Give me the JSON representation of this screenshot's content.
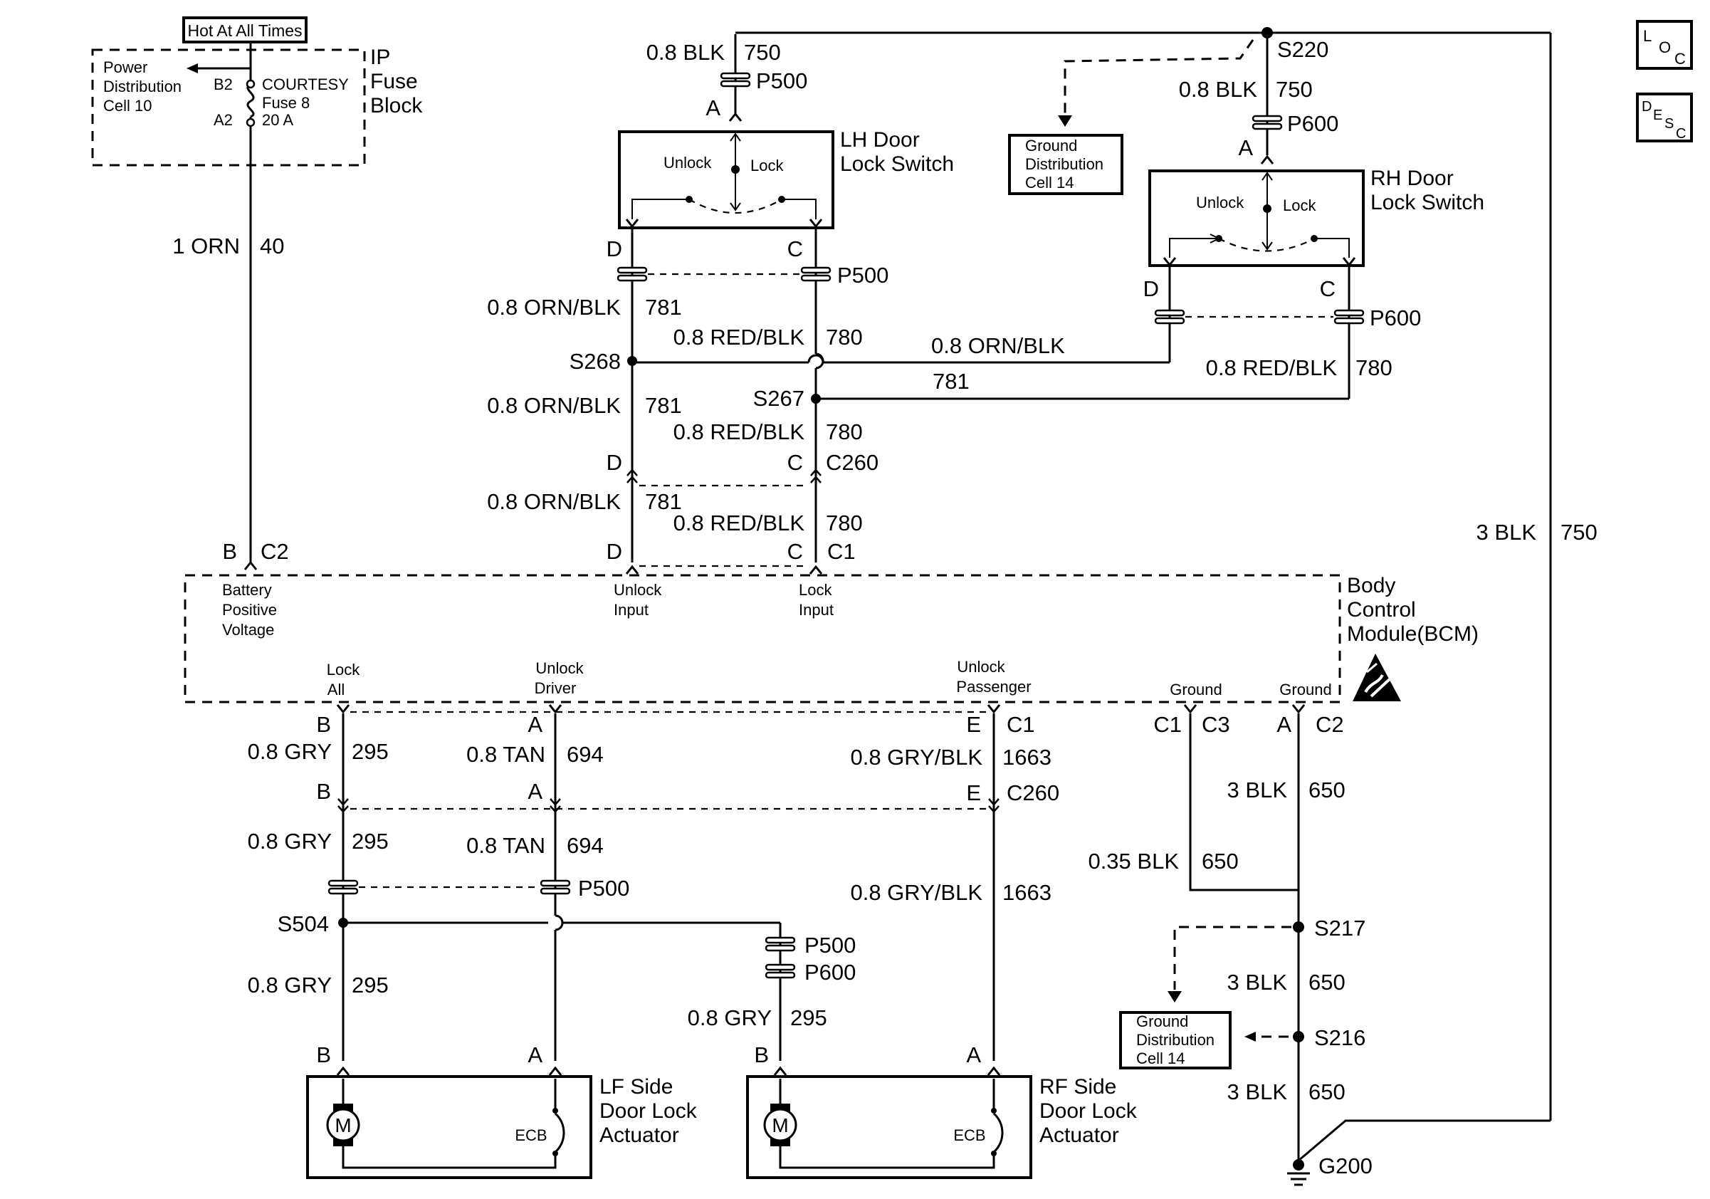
{
  "fuse_block": {
    "hot_label": "Hot At All Times",
    "name_lines": [
      "IP",
      "Fuse",
      "Block"
    ],
    "power_dist_lines": [
      "Power",
      "Distribution",
      "Cell 10"
    ],
    "fuse_lines": [
      "COURTESY",
      "Fuse 8",
      "20 A"
    ],
    "pin_top": "B2",
    "pin_bottom": "A2"
  },
  "wire_40": {
    "gauge_color": "1 ORN",
    "circuit": "40"
  },
  "lh_switch": {
    "name_lines": [
      "LH Door",
      "Lock Switch"
    ],
    "unlock": "Unlock",
    "lock": "Lock"
  },
  "rh_switch": {
    "name_lines": [
      "RH Door",
      "Lock Switch"
    ],
    "unlock": "Unlock",
    "lock": "Lock"
  },
  "ground_dist_lines": [
    "Ground",
    "Distribution",
    "Cell 14"
  ],
  "bcm": {
    "name_lines": [
      "Body",
      "Control",
      "Module(BCM)"
    ],
    "battery_lines": [
      "Battery",
      "Positive",
      "Voltage"
    ],
    "unlock_input_lines": [
      "Unlock",
      "Input"
    ],
    "lock_input_lines": [
      "Lock",
      "Input"
    ],
    "lock_all_lines": [
      "Lock",
      "All"
    ],
    "unlock_driver_lines": [
      "Unlock",
      "Driver"
    ],
    "unlock_passenger_lines": [
      "Unlock",
      "Passenger"
    ],
    "ground": "Ground"
  },
  "wires": {
    "w750": "750",
    "w750_top": "0.8 BLK",
    "w781": "781",
    "w781_gc": "0.8 ORN/BLK",
    "w780": "780",
    "w780_gc": "0.8 RED/BLK",
    "w295": "295",
    "w295_gc": "0.8 GRY",
    "w694": "694",
    "w694_gc": "0.8 TAN",
    "w1663": "1663",
    "w1663_gc": "0.8 GRY/BLK",
    "w650": "650",
    "w650_gc": "3 BLK",
    "w650_small_gc": "0.35 BLK",
    "w750_main_gc": "3 BLK"
  },
  "connectors": {
    "p500": "P500",
    "p600": "P600",
    "c260": "C260",
    "c1": "C1",
    "c2": "C2",
    "c3": "C3",
    "pin_a": "A",
    "pin_b": "B",
    "pin_c": "C",
    "pin_d": "D",
    "pin_e": "E"
  },
  "splices": {
    "s220": "S220",
    "s268": "S268",
    "s267": "S267",
    "s504": "S504",
    "s217": "S217",
    "s216": "S216",
    "g200": "G200"
  },
  "lf_actuator": {
    "name_lines": [
      "LF Side",
      "Door Lock",
      "Actuator"
    ],
    "motor": "M",
    "ecb": "ECB"
  },
  "rf_actuator": {
    "name_lines": [
      "RF Side",
      "Door Lock",
      "Actuator"
    ],
    "motor": "M",
    "ecb": "ECB"
  },
  "buttons": {
    "loc": {
      "main": "L",
      "sub1": "O",
      "sub2": "C"
    },
    "desc": {
      "main": "D",
      "sub1": "E",
      "sub2": "S",
      "sub3": "C"
    }
  }
}
